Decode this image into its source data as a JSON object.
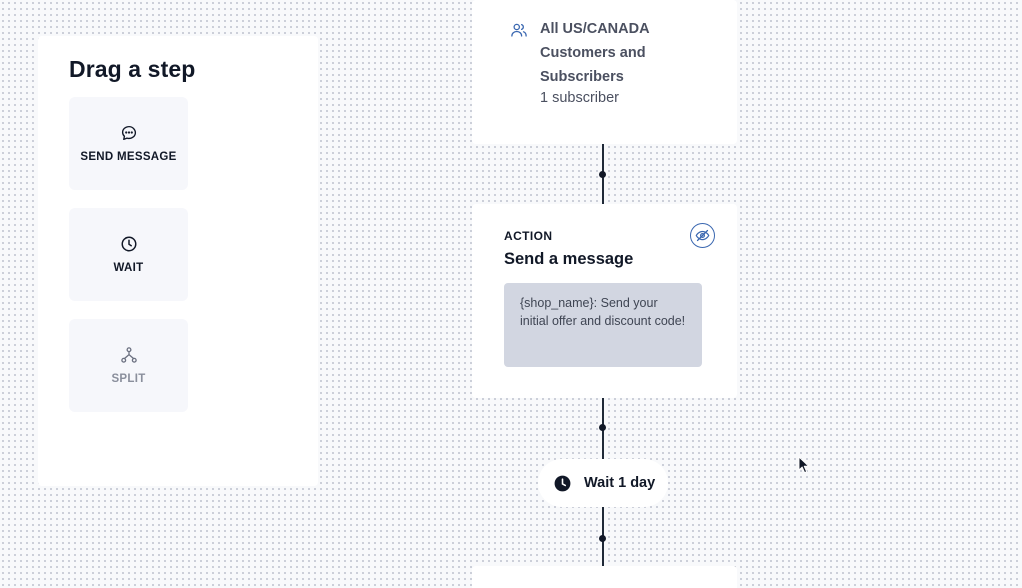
{
  "palette": {
    "title": "Drag a step",
    "steps": [
      {
        "label": "SEND MESSAGE",
        "icon": "chat-bubble-icon",
        "enabled": true
      },
      {
        "label": "WAIT",
        "icon": "clock-icon",
        "enabled": true
      },
      {
        "label": "SPLIT",
        "icon": "split-icon",
        "enabled": false
      }
    ]
  },
  "flow": {
    "audience": {
      "title": "All US/CANADA Customers and Subscribers",
      "subscriber_count": "1 subscriber",
      "icon": "users-icon"
    },
    "action": {
      "label": "ACTION",
      "title": "Send a message",
      "message_preview": "{shop_name}: Send your initial offer and discount code!",
      "toggle_icon": "eye-off-icon"
    },
    "wait": {
      "label": "Wait 1 day",
      "icon": "clock-icon"
    }
  },
  "colors": {
    "accent": "#3a67b0",
    "preview_bg": "#d2d6e1",
    "text_dark": "#111827"
  }
}
